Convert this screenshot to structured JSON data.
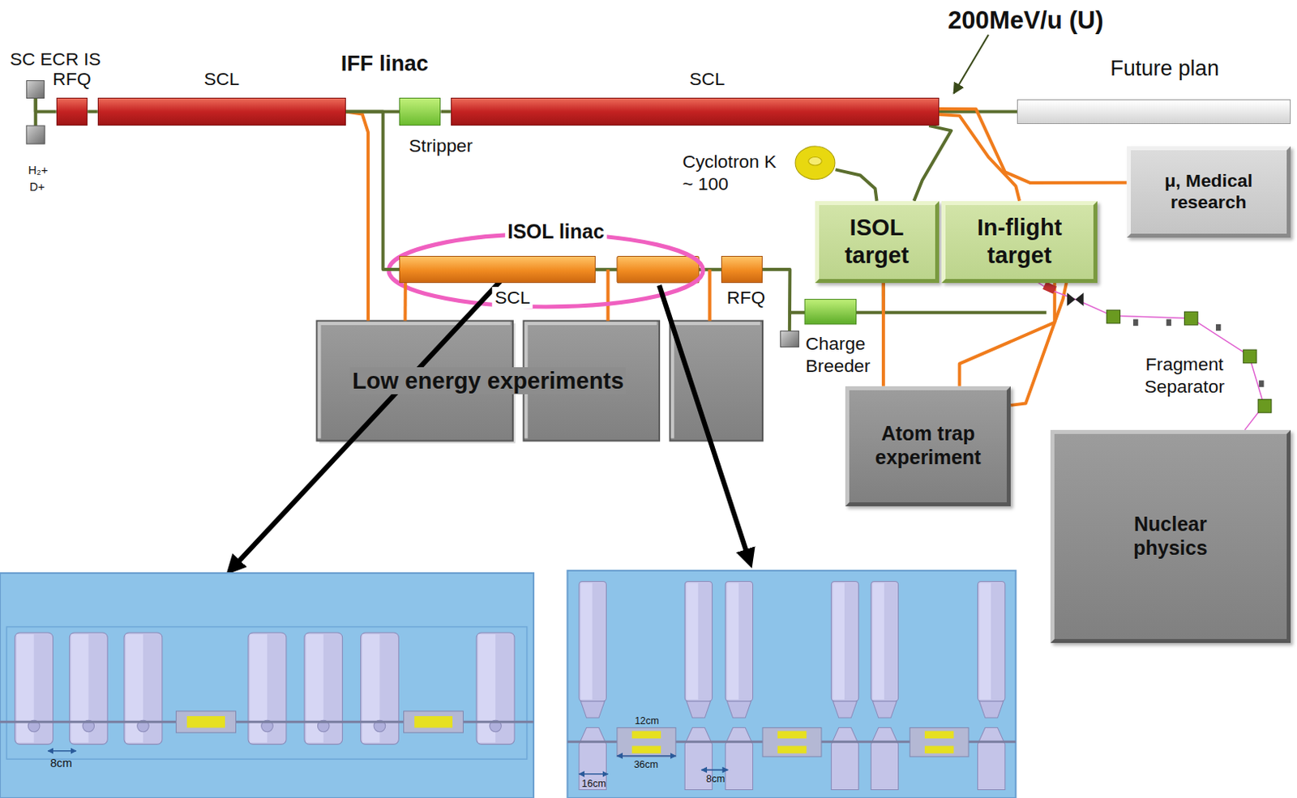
{
  "diagram": {
    "nodes": [
      {
        "text": [
          "SC ECR IS"
        ]
      },
      {
        "text": [
          "RFQ"
        ]
      },
      {
        "text": [
          "SCL"
        ]
      },
      {
        "text": [
          "Stripper"
        ]
      },
      {
        "text": [
          "SCL"
        ]
      },
      {
        "text": [
          "Future plan"
        ]
      },
      {
        "text": [
          "μ, Medical research"
        ]
      },
      {
        "text": [
          "Cyclotron K ~ 100"
        ]
      },
      {
        "text": [
          "ISOL target"
        ]
      },
      {
        "text": [
          "In-flight target"
        ]
      },
      {
        "text": [
          "SCL"
        ]
      },
      {
        "text": [
          "RFQ"
        ]
      },
      {
        "text": [
          "Charge Breeder"
        ]
      },
      {
        "text": [
          "Low energy experiments"
        ]
      },
      {
        "text": [
          "Atom trap experiment"
        ]
      },
      {
        "text": [
          "Nuclear physics"
        ]
      }
    ],
    "edges": [
      {
        "from": 0,
        "to": 1,
        "arrow": "none"
      },
      {
        "from": 1,
        "to": 2,
        "arrow": "none"
      },
      {
        "from": 2,
        "to": 3,
        "arrow": "none"
      },
      {
        "from": 3,
        "to": 4,
        "arrow": "none"
      },
      {
        "from": 4,
        "to": 5,
        "arrow": "none"
      },
      {
        "from": 4,
        "to": 6,
        "arrow": "none"
      },
      {
        "from": 4,
        "to": 9,
        "arrow": "none"
      },
      {
        "from": 4,
        "to": 8,
        "arrow": "none"
      },
      {
        "from": 7,
        "to": 8,
        "arrow": "none"
      },
      {
        "from": 2,
        "to": 13,
        "arrow": "none"
      },
      {
        "from": 2,
        "to": 10,
        "arrow": "none"
      },
      {
        "from": 10,
        "to": 13,
        "arrow": "none"
      },
      {
        "from": 11,
        "to": 12,
        "arrow": "none"
      },
      {
        "from": 8,
        "to": 14,
        "arrow": "none"
      },
      {
        "from": 9,
        "to": 14,
        "arrow": "none"
      },
      {
        "from": 14,
        "to": 9,
        "arrow": "none"
      },
      {
        "from": 9,
        "to": 15,
        "arrow": "none"
      }
    ],
    "labels": [
      "200MeV/u (U)",
      "IFF linac",
      "H₂+",
      "D+",
      "ISOL linac",
      "Fragment Separator",
      "8cm",
      "12cm",
      "36cm",
      "8cm",
      "16cm"
    ]
  }
}
